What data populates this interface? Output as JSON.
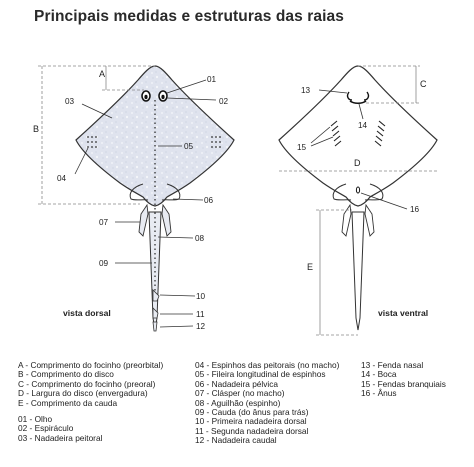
{
  "title": "Principais medidas e estruturas das raias",
  "views": {
    "dorsal": "vista dorsal",
    "ventral": "vista ventral"
  },
  "markers": {
    "A": "A",
    "B": "B",
    "C": "C",
    "D": "D",
    "E": "E",
    "n01": "01",
    "n02": "02",
    "n03": "03",
    "n04": "04",
    "n05": "05",
    "n06": "06",
    "n07": "07",
    "n08": "08",
    "n09": "09",
    "n10": "10",
    "n11": "11",
    "n12": "12",
    "n13": "13",
    "n14": "14",
    "n15": "15",
    "n16": "16"
  },
  "legend": {
    "col1": [
      "A - Comprimento do focinho (preorbital)",
      "B - Comprimento do disco",
      "C - Comprimento do focinho (preoral)",
      "D - Largura do disco (envergadura)",
      "E - Comprimento da cauda"
    ],
    "col1b": [
      "01 - Olho",
      "02 - Espiráculo",
      "03 - Nadadeira peitoral"
    ],
    "col2": [
      "04 - Espinhos das peitorais (no macho)",
      "05 - Fileira longitudinal de espinhos",
      "06 - Nadadeira pélvica",
      "07 - Clásper (no macho)",
      "08 - Aguilhão (espinho)",
      "09 - Cauda (do ânus para trás)",
      "10 - Primeira nadadeira dorsal",
      "11 - Segunda nadadeira dorsal",
      "12 - Nadadeira caudal"
    ],
    "col3": [
      "13 - Fenda nasal",
      "14 - Boca",
      "15 - Fendas branquiais",
      "16 - Ânus"
    ]
  },
  "colors": {
    "body_fill": "#dfe3ee",
    "outline": "#333333",
    "dimension": "#888888"
  }
}
